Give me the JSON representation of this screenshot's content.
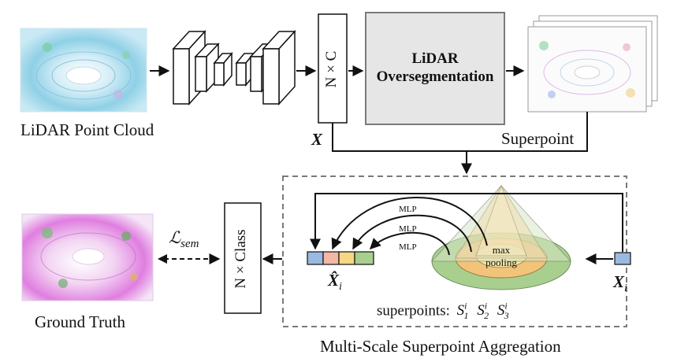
{
  "diagram": {
    "input_label": "LiDAR Point Cloud",
    "feature_box_label": "N × C",
    "feature_var": "X",
    "overseg_line1": "LiDAR",
    "overseg_line2": "Oversegmentation",
    "superpoint_label": "Superpoint",
    "module_caption": "Multi-Scale Superpoint Aggregation",
    "mlp_labels": [
      "MLP",
      "MLP",
      "MLP"
    ],
    "pool_line1": "max",
    "pool_line2": "pooling",
    "xi_label": "X",
    "xi_subscript": "i",
    "xhat_label": "X̂",
    "xhat_subscript": "i",
    "superpoints_label": "superpoints:",
    "superpoint_symbols": [
      {
        "base": "S",
        "sup": "i",
        "sub": "1"
      },
      {
        "base": "S",
        "sup": "i",
        "sub": "2"
      },
      {
        "base": "S",
        "sup": "i",
        "sub": "3"
      }
    ],
    "class_box_label": "N × Class",
    "loss_label": "ℒ",
    "loss_subscript": "sem",
    "gt_label": "Ground Truth",
    "colors": {
      "overseg_fill": "#e6e6e6",
      "ring_outer": "#a8cf8e",
      "ring_middle": "#f2c47a",
      "ring_inner": "#f7e6a5",
      "cell1": "#9ab9e0",
      "cell2": "#f3b7a3",
      "cell3": "#f6d784",
      "cell4": "#a8cf8e"
    }
  }
}
